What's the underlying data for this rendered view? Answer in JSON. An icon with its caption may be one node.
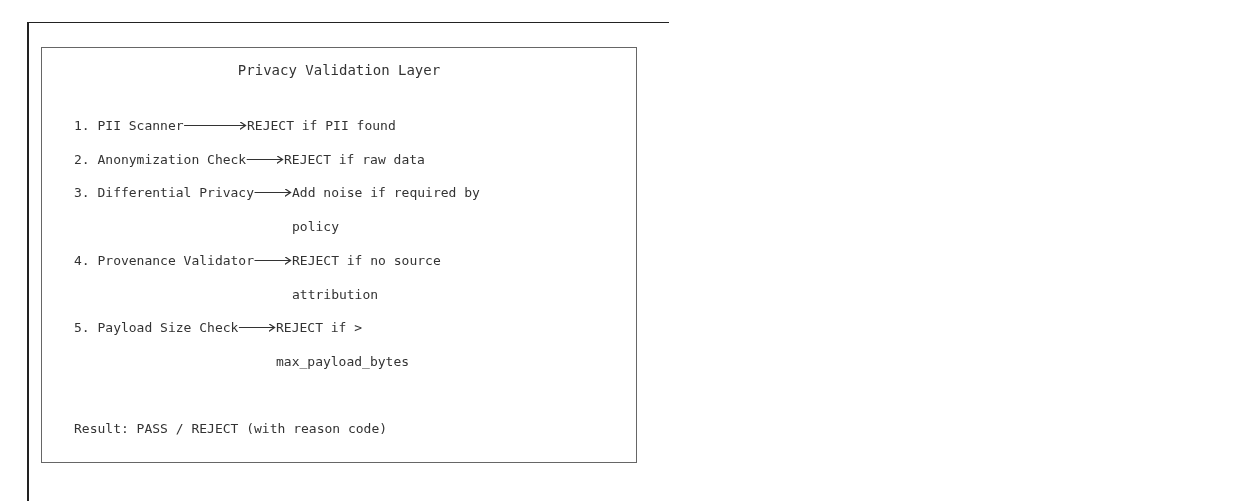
{
  "diagram": {
    "nodes": [
      {
        "text": [
          "Privacy Validation Layer",
          "Result: PASS / REJECT (with reason code)"
        ]
      },
      {
        "text": [
          "1. PII Scanner"
        ],
        "in": 0
      },
      {
        "text": [
          "REJECT if PII found"
        ],
        "in": 0
      },
      {
        "text": [
          "2. Anonymization Check"
        ],
        "in": 0
      },
      {
        "text": [
          "REJECT if raw data"
        ],
        "in": 0
      },
      {
        "text": [
          "3. Differential Privacy"
        ],
        "in": 0
      },
      {
        "text": [
          "Add noise if required by policy"
        ],
        "in": 0
      },
      {
        "text": [
          "4. Provenance Validator"
        ],
        "in": 0
      },
      {
        "text": [
          "REJECT if no source attribution"
        ],
        "in": 0
      },
      {
        "text": [
          "5. Payload Size Check"
        ],
        "in": 0
      },
      {
        "text": [
          "REJECT if > max_payload_bytes"
        ],
        "in": 0
      }
    ],
    "edges": [
      {
        "from": 1,
        "to": 2,
        "arrow": "to"
      },
      {
        "from": 3,
        "to": 4,
        "arrow": "to"
      },
      {
        "from": 5,
        "to": 6,
        "arrow": "to"
      },
      {
        "from": 7,
        "to": 8,
        "arrow": "to"
      },
      {
        "from": 9,
        "to": 10,
        "arrow": "to"
      }
    ]
  }
}
